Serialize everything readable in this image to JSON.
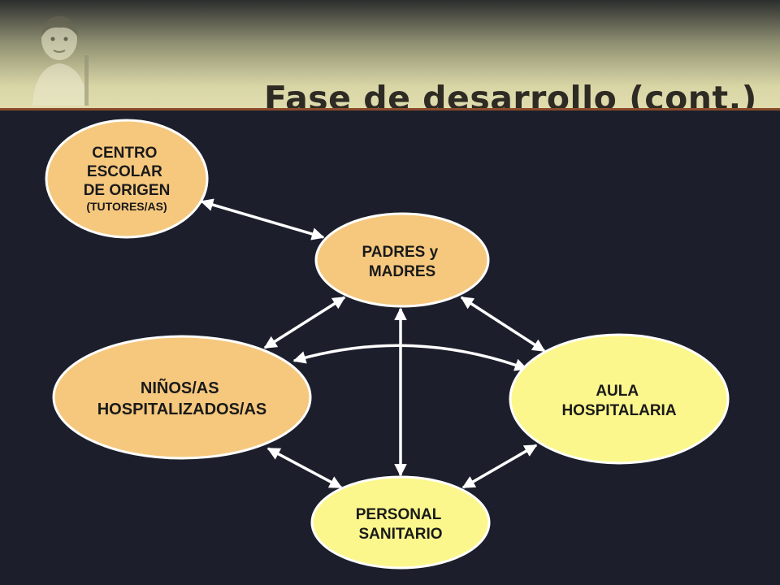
{
  "slide": {
    "title": "Fase de desarrollo (cont.)"
  },
  "colors": {
    "background": "#1c1f2b",
    "orange_node": "#f6c87e",
    "yellow_node": "#fbf78c",
    "arrow": "#ffffff"
  },
  "nodes": {
    "centro": {
      "lines": [
        "CENTRO",
        "ESCOLAR",
        "DE ORIGEN"
      ],
      "sub": "(TUTORES/AS)"
    },
    "padres": {
      "lines": [
        "PADRES y",
        "MADRES"
      ]
    },
    "ninos": {
      "lines": [
        "NIÑOS/AS",
        "HOSPITALIZADOS/AS"
      ]
    },
    "aula": {
      "lines": [
        "AULA",
        "HOSPITALARIA"
      ]
    },
    "personal": {
      "lines": [
        "PERSONAL",
        "SANITARIO"
      ]
    }
  },
  "connections": [
    {
      "from": "centro",
      "to": "padres"
    },
    {
      "from": "padres",
      "to": "ninos"
    },
    {
      "from": "padres",
      "to": "aula"
    },
    {
      "from": "padres",
      "to": "personal"
    },
    {
      "from": "ninos",
      "to": "aula"
    },
    {
      "from": "ninos",
      "to": "personal"
    },
    {
      "from": "aula",
      "to": "personal"
    }
  ]
}
